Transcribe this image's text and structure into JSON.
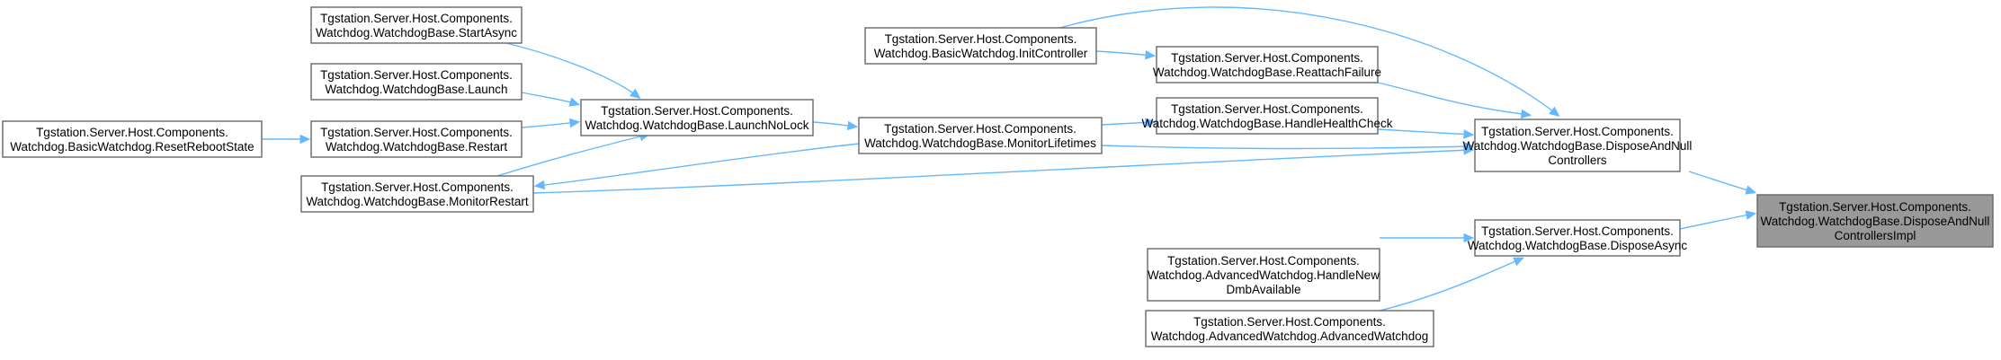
{
  "nodes": {
    "impl": [
      "Tgstation.Server.Host.Components.",
      "Watchdog.WatchdogBase.DisposeAndNull",
      "ControllersImpl"
    ],
    "dispose_null": [
      "Tgstation.Server.Host.Components.",
      "Watchdog.WatchdogBase.DisposeAndNull",
      "Controllers"
    ],
    "dispose_async": [
      "Tgstation.Server.Host.Components.",
      "Watchdog.WatchdogBase.DisposeAsync"
    ],
    "init_controller": [
      "Tgstation.Server.Host.Components.",
      "Watchdog.BasicWatchdog.InitController"
    ],
    "reattach_failure": [
      "Tgstation.Server.Host.Components.",
      "Watchdog.WatchdogBase.ReattachFailure"
    ],
    "handle_health": [
      "Tgstation.Server.Host.Components.",
      "Watchdog.WatchdogBase.HandleHealthCheck"
    ],
    "monitor_lifetimes": [
      "Tgstation.Server.Host.Components.",
      "Watchdog.WatchdogBase.MonitorLifetimes"
    ],
    "launch_nolock": [
      "Tgstation.Server.Host.Components.",
      "Watchdog.WatchdogBase.LaunchNoLock"
    ],
    "start_async": [
      "Tgstation.Server.Host.Components.",
      "Watchdog.WatchdogBase.StartAsync"
    ],
    "launch": [
      "Tgstation.Server.Host.Components.",
      "Watchdog.WatchdogBase.Launch"
    ],
    "restart": [
      "Tgstation.Server.Host.Components.",
      "Watchdog.WatchdogBase.Restart"
    ],
    "monitor_restart": [
      "Tgstation.Server.Host.Components.",
      "Watchdog.WatchdogBase.MonitorRestart"
    ],
    "reset_reboot": [
      "Tgstation.Server.Host.Components.",
      "Watchdog.BasicWatchdog.ResetRebootState"
    ],
    "handle_new_dmb": [
      "Tgstation.Server.Host.Components.",
      "Watchdog.AdvancedWatchdog.HandleNew",
      "DmbAvailable"
    ],
    "advanced_ctor": [
      "Tgstation.Server.Host.Components.",
      "Watchdog.AdvancedWatchdog.AdvancedWatchdog"
    ]
  },
  "edges": [
    {
      "from": "dispose_null",
      "to": "impl"
    },
    {
      "from": "dispose_async",
      "to": "impl"
    },
    {
      "from": "init_controller",
      "to": "dispose_null"
    },
    {
      "from": "reattach_failure",
      "to": "dispose_null"
    },
    {
      "from": "handle_health",
      "to": "dispose_null"
    },
    {
      "from": "monitor_lifetimes",
      "to": "dispose_null"
    },
    {
      "from": "monitor_restart",
      "to": "dispose_null"
    },
    {
      "from": "init_controller",
      "to": "reattach_failure"
    },
    {
      "from": "monitor_lifetimes",
      "to": "handle_health"
    },
    {
      "from": "launch_nolock",
      "to": "monitor_lifetimes"
    },
    {
      "from": "monitor_lifetimes",
      "to": "monitor_restart"
    },
    {
      "from": "start_async",
      "to": "launch_nolock"
    },
    {
      "from": "launch",
      "to": "launch_nolock"
    },
    {
      "from": "restart",
      "to": "launch_nolock"
    },
    {
      "from": "monitor_restart",
      "to": "launch_nolock"
    },
    {
      "from": "reset_reboot",
      "to": "restart"
    },
    {
      "from": "handle_new_dmb",
      "to": "dispose_async"
    },
    {
      "from": "advanced_ctor",
      "to": "dispose_async"
    }
  ],
  "colors": {
    "edge": "#63b8ff",
    "node_border": "#666666",
    "highlight_fill": "#999999"
  }
}
